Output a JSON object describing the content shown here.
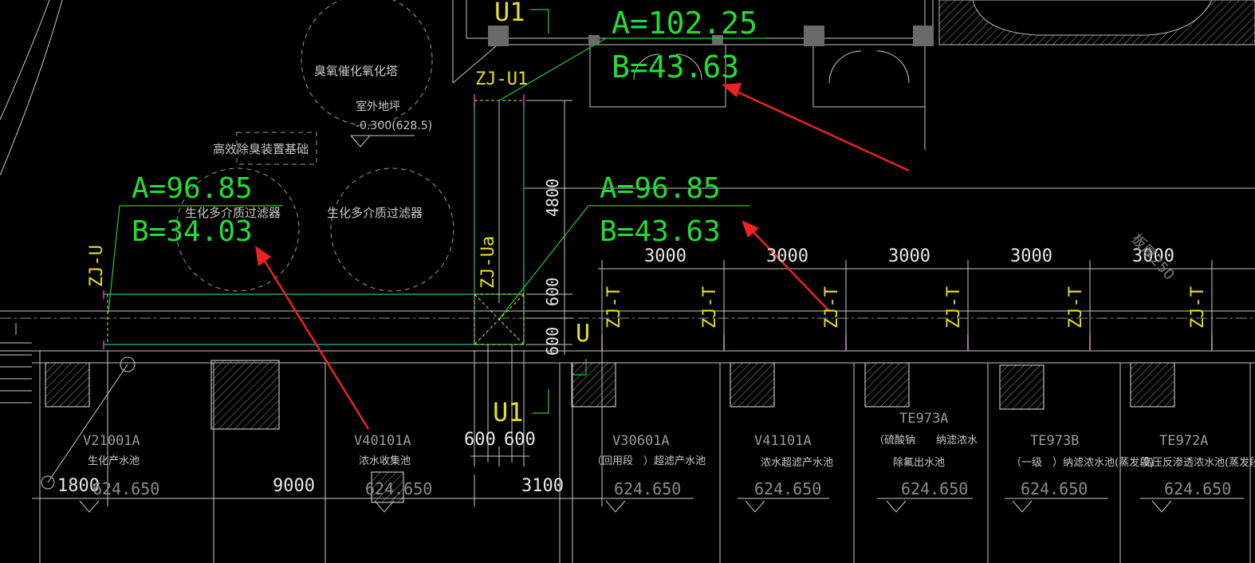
{
  "callouts": [
    {
      "a": "A=102.25",
      "b": "B=43.63"
    },
    {
      "a": "A=96.85",
      "b": "B=34.03"
    },
    {
      "a": "A=96.85",
      "b": "B=43.63"
    }
  ],
  "column_labels": {
    "zj_u1": "ZJ-U1",
    "zj_u": "ZJ-U",
    "zj_ua": "ZJ-Ua",
    "zj_t": "ZJ-T",
    "u1_top": "U1",
    "u1_bottom": "U1",
    "u": "U"
  },
  "room_labels": {
    "ozone_tower": "臭氧催化氧化塔",
    "outdoor_ground": "室外地坪",
    "outdoor_elev": "-0.300(628.5)",
    "deodor_base": "高效除臭装置基础",
    "filter_1": "生化多介质过滤器",
    "filter_2": "生化多介质过滤器",
    "slab_note": "板厚250"
  },
  "dimensions": {
    "v4800": "4800",
    "v600a": "600",
    "v600b": "600",
    "h3000": [
      "3000",
      "3000",
      "3000",
      "3000",
      "3000"
    ],
    "h600a": "600",
    "h600b": "600",
    "bottom": [
      "1800",
      "9000",
      "3100"
    ]
  },
  "tanks": [
    {
      "code": "V21001A",
      "name": "生化产水池",
      "elev": "624.650"
    },
    {
      "code": "V40101A",
      "name": "浓水收集池",
      "elev": "624.650"
    },
    {
      "code": "V30601A",
      "name": "（回用段　）超滤产水池",
      "elev": "624.650"
    },
    {
      "code": "V41101A",
      "name": "浓水超滤产水池",
      "elev": "624.650"
    },
    {
      "code": "TE973A",
      "name1": "（硫酸钠　　纳滤浓水",
      "name2": "除氟出水池",
      "elev": "624.650"
    },
    {
      "code": "TE973B",
      "name": "（一级　）纳滤浓水池(蒸发段)",
      "elev": "624.650"
    },
    {
      "code": "TE972A",
      "name": "高压反渗透浓水池(蒸发段)",
      "elev": "624.650"
    }
  ],
  "colors": {
    "background": "#000000",
    "annotation": "#22dd33",
    "column_tag": "#e8e020",
    "arrow": "#ee2222",
    "linework": "#c8c8c8"
  }
}
